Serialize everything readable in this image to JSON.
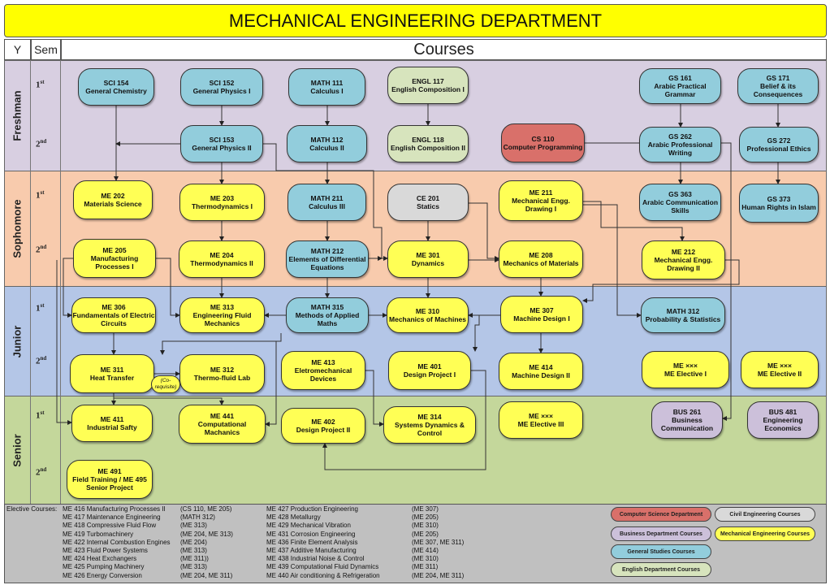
{
  "title": "MECHANICAL ENGINEERING DEPARTMENT",
  "header": {
    "year": "Y",
    "sem": "Sem",
    "courses": "Courses"
  },
  "years": [
    "Freshman",
    "Sophomore",
    "Junior",
    "Senior"
  ],
  "semesters": {
    "first": "1",
    "first_sup": "st",
    "second": "2",
    "second_sup": "nd"
  },
  "colors": {
    "general_studies": "#92cddc",
    "english": "#d7e4bd",
    "computer_science": "#d9706a",
    "civil": "#d9d9d9",
    "mechanical": "#ffff55",
    "business": "#ccc0da"
  },
  "nodes": [
    {
      "code": "SCI 154",
      "name": "General Chemistry",
      "type": "blue"
    },
    {
      "code": "SCI 152",
      "name": "General Physics I",
      "type": "blue"
    },
    {
      "code": "MATH 111",
      "name": "Calculus I",
      "type": "blue"
    },
    {
      "code": "ENGL 117",
      "name": "English Composition I",
      "type": "green"
    },
    {
      "code": "GS 161",
      "name": "Arabic Practical Grammar",
      "type": "blue"
    },
    {
      "code": "GS 171",
      "name": "Belief & its Consequences",
      "type": "blue"
    },
    {
      "code": "SCI 153",
      "name": "General Physics II",
      "type": "blue"
    },
    {
      "code": "MATH 112",
      "name": "Calculus II",
      "type": "blue"
    },
    {
      "code": "ENGL 118",
      "name": "English Composition II",
      "type": "green"
    },
    {
      "code": "CS 110",
      "name": "Computer Programming",
      "type": "red"
    },
    {
      "code": "GS 262",
      "name": "Arabic Professional Writing",
      "type": "blue"
    },
    {
      "code": "GS 272",
      "name": "Professional Ethics",
      "type": "blue"
    },
    {
      "code": "ME 202",
      "name": "Materials Science",
      "type": "yellow"
    },
    {
      "code": "ME 203",
      "name": "Thermodynamics I",
      "type": "yellow"
    },
    {
      "code": "MATH 211",
      "name": "Calculus III",
      "type": "blue"
    },
    {
      "code": "CE 201",
      "name": "Statics",
      "type": "gray"
    },
    {
      "code": "ME 211",
      "name": "Mechanical Engg. Drawing I",
      "type": "yellow"
    },
    {
      "code": "GS 363",
      "name": "Arabic Communication Skills",
      "type": "blue"
    },
    {
      "code": "GS 373",
      "name": "Human Rights in Islam",
      "type": "blue"
    },
    {
      "code": "ME 205",
      "name": "Manufacturing Processes I",
      "type": "yellow"
    },
    {
      "code": "ME 204",
      "name": "Thermodynamics II",
      "type": "yellow"
    },
    {
      "code": "MATH 212",
      "name": "Elements of Differential Equations",
      "type": "blue"
    },
    {
      "code": "ME 301",
      "name": "Dynamics",
      "type": "yellow"
    },
    {
      "code": "ME 208",
      "name": "Mechanics of Materials",
      "type": "yellow"
    },
    {
      "code": "ME 212",
      "name": "Mechanical Engg. Drawing II",
      "type": "yellow"
    },
    {
      "code": "ME 306",
      "name": "Fundamentals of Electric Circuits",
      "type": "yellow"
    },
    {
      "code": "ME 313",
      "name": "Engineering Fluid Mechanics",
      "type": "yellow"
    },
    {
      "code": "MATH 315",
      "name": "Methods of Applied Maths",
      "type": "blue"
    },
    {
      "code": "ME 310",
      "name": "Mechanics of Machines",
      "type": "yellow"
    },
    {
      "code": "ME 307",
      "name": "Machine Design I",
      "type": "yellow"
    },
    {
      "code": "MATH 312",
      "name": "Probability & Statistics",
      "type": "blue"
    },
    {
      "code": "ME 311",
      "name": "Heat Transfer",
      "type": "yellow"
    },
    {
      "code": "ME 312",
      "name": "Thermo-fluid Lab",
      "type": "yellow"
    },
    {
      "code": "ME 413",
      "name": "Eletromechanical Devices",
      "type": "yellow"
    },
    {
      "code": "ME 401",
      "name": "Design Project I",
      "type": "yellow"
    },
    {
      "code": "ME 414",
      "name": "Machine Design II",
      "type": "yellow"
    },
    {
      "code": "ME ×××",
      "name": "ME Elective I",
      "type": "yellow"
    },
    {
      "code": "ME ×××",
      "name": "ME Elective II",
      "type": "yellow"
    },
    {
      "code": "ME 411",
      "name": "Industrial Safty",
      "type": "yellow"
    },
    {
      "code": "ME 441",
      "name": "Computational Machanics",
      "type": "yellow"
    },
    {
      "code": "ME 402",
      "name": "Design Project II",
      "type": "yellow"
    },
    {
      "code": "ME 314",
      "name": "Systems Dynamics & Control",
      "type": "yellow"
    },
    {
      "code": "ME ×××",
      "name": "ME Elective III",
      "type": "yellow"
    },
    {
      "code": "BUS 261",
      "name": "Business Communication",
      "type": "purple"
    },
    {
      "code": "BUS 481",
      "name": "Engineering Economics",
      "type": "purple"
    },
    {
      "code": "ME 491",
      "name": "Field Training / ME 495 Senior Project",
      "type": "yellow"
    }
  ],
  "corequisite": "(Co-requisite)",
  "electives": {
    "label": "Elective Courses:",
    "items": [
      {
        "course": "ME 416 Manufacturing Processes II",
        "prereq": "(CS 110, ME 205)"
      },
      {
        "course": "ME 417 Maintenance Engineering",
        "prereq": "(MATH 312)"
      },
      {
        "course": "ME 418 Compressive Fluid Flow",
        "prereq": "(ME 313)"
      },
      {
        "course": "ME 419 Turbomachinery",
        "prereq": "(ME 204, ME 313)"
      },
      {
        "course": "ME 422 Internal Combustion Engines",
        "prereq": "(ME 204)"
      },
      {
        "course": "ME 423 Fluid Power Systems",
        "prereq": "(ME 313)"
      },
      {
        "course": "ME 424 Heat Exchangers",
        "prereq": "(ME 311))"
      },
      {
        "course": "ME 425 Pumping Machinery",
        "prereq": "(ME 313)"
      },
      {
        "course": "ME 426 Energy Conversion",
        "prereq": "(ME 204, ME 311)"
      },
      {
        "course": "ME 427 Production Engineering",
        "prereq": "(ME 307)"
      },
      {
        "course": "ME 428 Metallurgy",
        "prereq": "(ME 205)"
      },
      {
        "course": "ME 429 Mechanical Vibration",
        "prereq": "(ME 310)"
      },
      {
        "course": "ME 431 Corrosion Engineering",
        "prereq": "(ME 205)"
      },
      {
        "course": "ME 436 Finite Element Analysis",
        "prereq": "(ME 307, ME 311)"
      },
      {
        "course": "ME 437 Additive Manufacturing",
        "prereq": "(ME 414)"
      },
      {
        "course": "ME 438 Industrial Noise & Control",
        "prereq": "(ME 310)"
      },
      {
        "course": "ME 439 Computational Fluid Dynamics",
        "prereq": "(ME 311)"
      },
      {
        "course": "ME 440 Air conditioning & Refrigeration",
        "prereq": "(ME 204, ME 311)"
      }
    ]
  },
  "legend": [
    {
      "label": "Computer Science Department",
      "type": "red"
    },
    {
      "label": "Civil Engineering Courses",
      "type": "gray"
    },
    {
      "label": "Business Department Courses",
      "type": "purple"
    },
    {
      "label": "Mechanical Engineering Courses",
      "type": "yellow"
    },
    {
      "label": "General Studies Courses",
      "type": "blue"
    },
    {
      "label": "English Department Courses",
      "type": "green"
    }
  ]
}
